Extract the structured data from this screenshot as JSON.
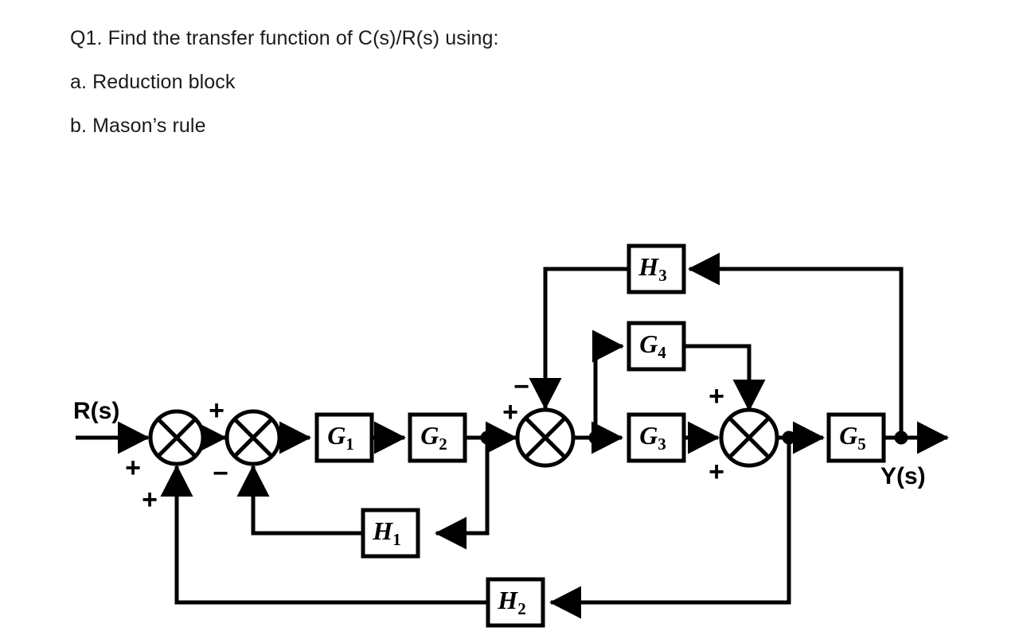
{
  "question": {
    "lines": [
      "Q1. Find the transfer function of C(s)/R(s) using:",
      "a. Reduction block",
      "b. Mason’s rule"
    ]
  },
  "diagram": {
    "type": "control-system-block-diagram",
    "input_label": "R(s)",
    "output_label": "Y(s)",
    "blocks": [
      {
        "id": "G1",
        "base": "G",
        "sub": "1"
      },
      {
        "id": "G2",
        "base": "G",
        "sub": "2"
      },
      {
        "id": "G3",
        "base": "G",
        "sub": "3"
      },
      {
        "id": "G4",
        "base": "G",
        "sub": "4"
      },
      {
        "id": "G5",
        "base": "G",
        "sub": "5"
      },
      {
        "id": "H1",
        "base": "H",
        "sub": "1"
      },
      {
        "id": "H2",
        "base": "H",
        "sub": "2"
      },
      {
        "id": "H3",
        "base": "H",
        "sub": "3"
      }
    ],
    "summing_junctions": [
      {
        "id": "S1",
        "signs": [
          "+",
          "+",
          "+"
        ]
      },
      {
        "id": "S2",
        "signs": [
          "+",
          "−"
        ]
      },
      {
        "id": "S3",
        "signs": [
          "+",
          "−"
        ]
      },
      {
        "id": "S4",
        "signs": [
          "+",
          "+"
        ]
      }
    ],
    "signs": {
      "s1_top": "+",
      "s1_left": "+",
      "s1_bottom": "+",
      "s2_top": "+",
      "s2_left": "−",
      "s3_top": "−",
      "s3_left": "+",
      "s4_top": "+",
      "s4_bottom": "+"
    },
    "colors": {
      "line": "#000000",
      "block_fill": "#ffffff",
      "background": "#ffffff"
    }
  }
}
